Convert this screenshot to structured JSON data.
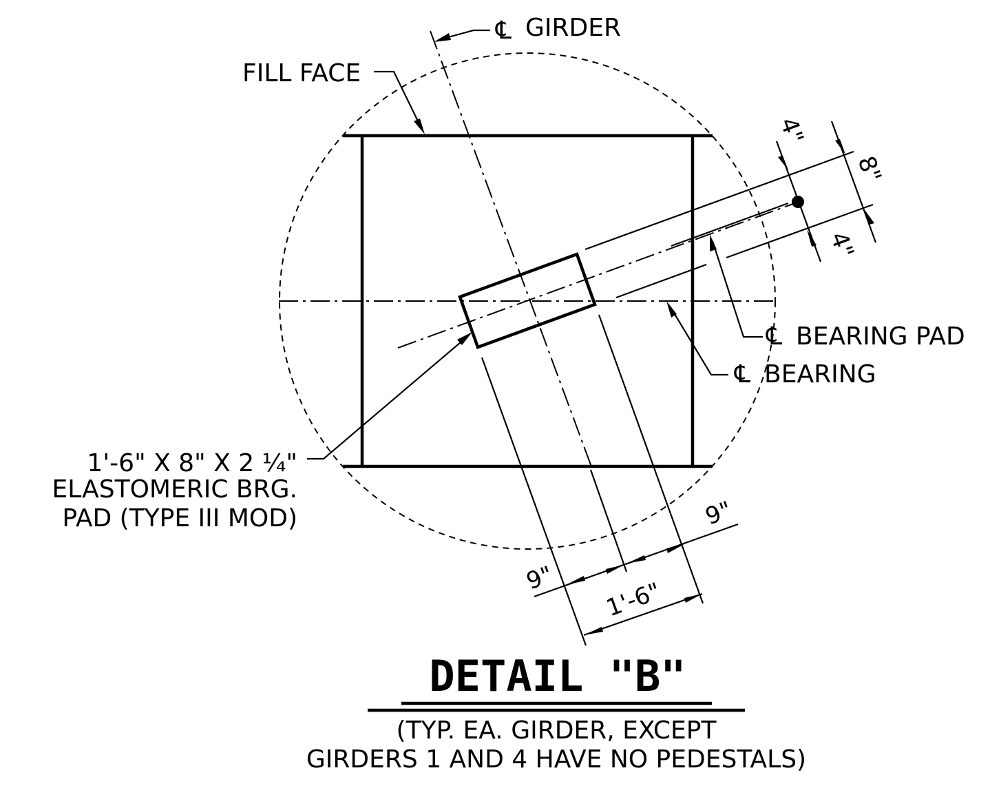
{
  "labels": {
    "cl_girder": "GIRDER",
    "fill_face": "FILL FACE",
    "cl_bearing_pad": "BEARING PAD",
    "cl_bearing": "BEARING",
    "pad_line1": "1'-6\" X 8\" X 2 ¼\"",
    "pad_line2": "ELASTOMERIC BRG.",
    "pad_line3": "PAD (TYPE III MOD)"
  },
  "centerline_symbol": "℄",
  "dimensions": {
    "top_upper": "4\"",
    "top_total": "8\"",
    "top_lower": "4\"",
    "bottom_left": "9\"",
    "bottom_right": "9\"",
    "bottom_total": "1'-6\""
  },
  "title": "DETAIL \"B\"",
  "note_line1": "(TYP. EA. GIRDER, EXCEPT",
  "note_line2": "GIRDERS 1 AND 4 HAVE NO PEDESTALS)"
}
